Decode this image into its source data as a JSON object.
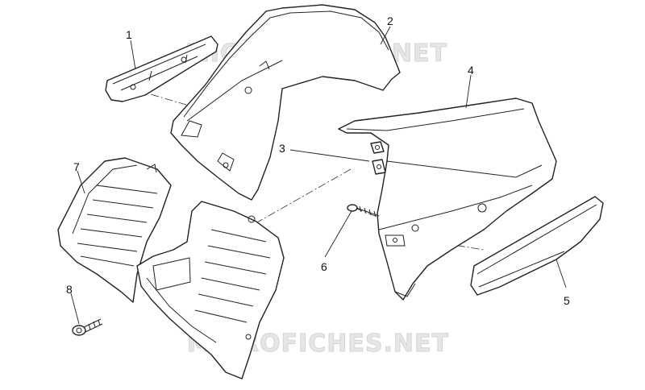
{
  "watermark": {
    "text": "MICROFICHES.NET"
  },
  "callouts": [
    {
      "id": "1",
      "label": "1"
    },
    {
      "id": "2",
      "label": "2"
    },
    {
      "id": "3",
      "label": "3"
    },
    {
      "id": "4",
      "label": "4"
    },
    {
      "id": "5",
      "label": "5"
    },
    {
      "id": "6",
      "label": "6"
    },
    {
      "id": "7",
      "label": "7"
    },
    {
      "id": "8",
      "label": "8"
    }
  ]
}
